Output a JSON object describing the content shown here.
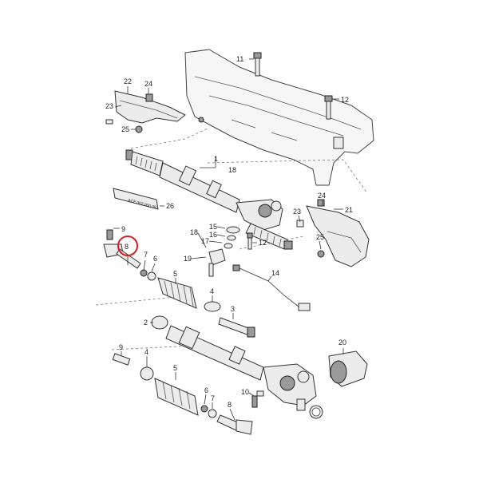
{
  "colors": {
    "highlight": "#d42020",
    "ink": "#222222",
    "fill": "#ececec"
  },
  "callouts": {
    "c11": "11",
    "c12a": "12",
    "c22": "22",
    "c24a": "24",
    "c23a": "23",
    "c25a": "25",
    "c1": "1",
    "c18a": "18",
    "c26": "26",
    "c24b": "24",
    "c23b": "23",
    "c21": "21",
    "c25b": "25",
    "c9a": "9",
    "c8a": "8",
    "c15": "15",
    "c16": "16",
    "c17": "17",
    "c18b": "18",
    "c19": "19",
    "c12b": "12",
    "c7": "7",
    "c6a": "6",
    "c5a": "5",
    "c14": "14",
    "c4a": "4",
    "c3": "3",
    "c2": "2",
    "c20": "20",
    "c9b": "9",
    "c4b": "4",
    "c5b": "5",
    "c6b": "6",
    "c10": "10",
    "c8b": "8"
  },
  "tool_label": "ACF 002 000 08"
}
